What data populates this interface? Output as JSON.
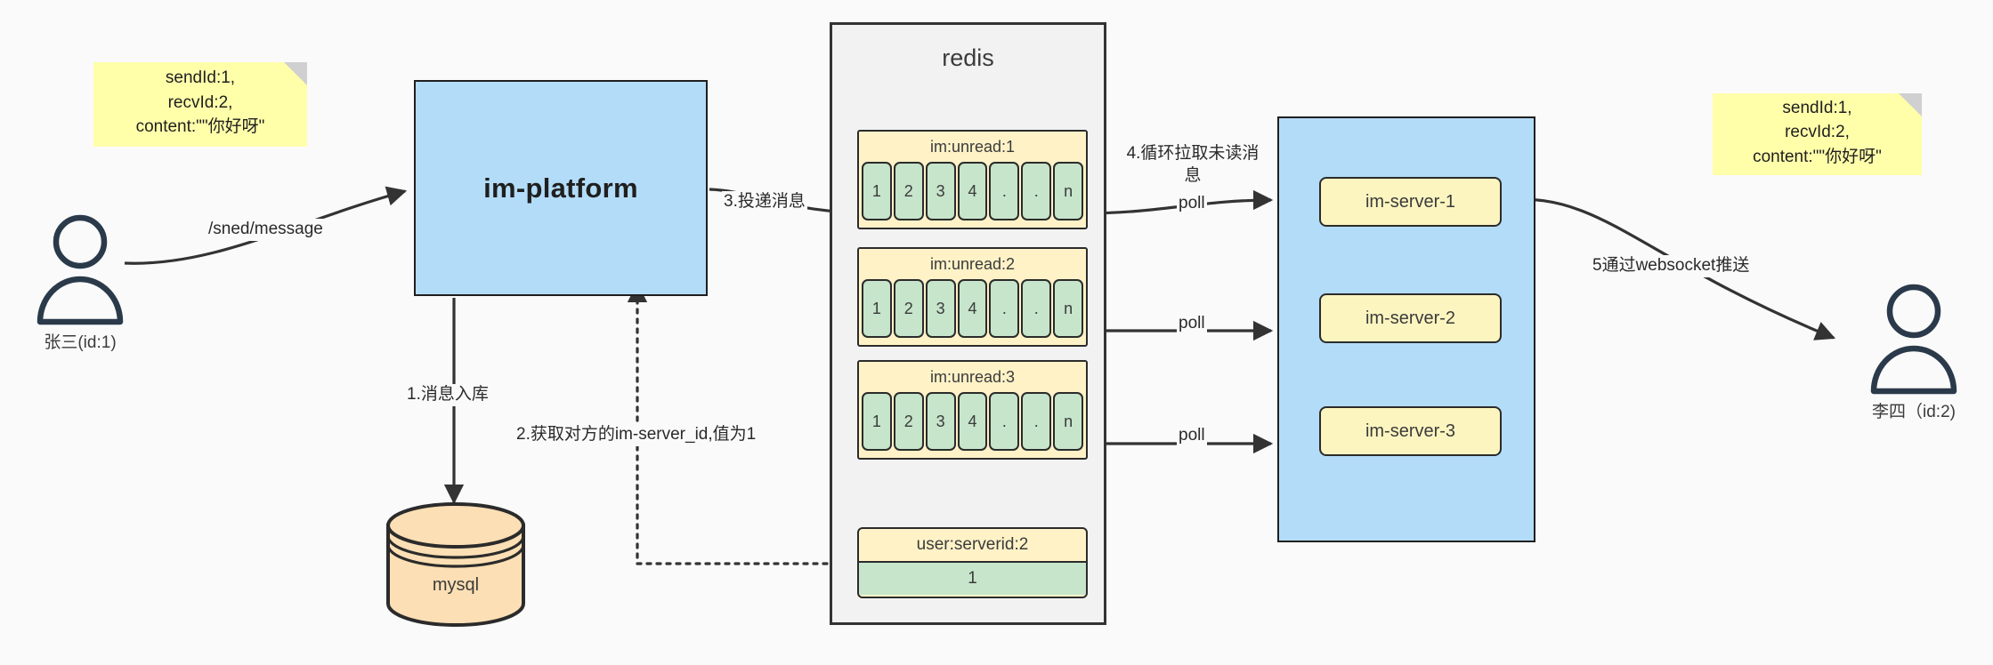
{
  "diagram": {
    "title": "IM message delivery architecture",
    "background": "#fafafa"
  },
  "notes": {
    "left": "sendId:1,\nrecvId:2,\ncontent:\"\"你好呀\"",
    "right": "sendId:1,\nrecvId:2,\ncontent:\"\"你好呀\""
  },
  "actors": {
    "sender": {
      "label": "张三(id:1)"
    },
    "receiver": {
      "label": "李四（id:2)"
    }
  },
  "platform": {
    "label": "im-platform"
  },
  "database": {
    "label": "mysql"
  },
  "redis": {
    "title": "redis",
    "queues": [
      {
        "key": "im:unread:1",
        "cells": [
          "1",
          "2",
          "3",
          "4",
          ".",
          ".",
          "n"
        ]
      },
      {
        "key": "im:unread:2",
        "cells": [
          "1",
          "2",
          "3",
          "4",
          ".",
          ".",
          "n"
        ]
      },
      {
        "key": "im:unread:3",
        "cells": [
          "1",
          "2",
          "3",
          "4",
          ".",
          ".",
          "n"
        ]
      }
    ],
    "kv": {
      "key": "user:serverid:2",
      "value": "1"
    }
  },
  "server_cluster": {
    "servers": [
      {
        "label": "im-server-1"
      },
      {
        "label": "im-server-2"
      },
      {
        "label": "im-server-3"
      }
    ]
  },
  "edges": {
    "send_message": "/sned/message",
    "step1": "1.消息入库",
    "step2": "2.获取对方的im-server_id,值为1",
    "step3": "3.投递消息",
    "step4": "4.循环拉取未读消\n息",
    "step5": "5通过websocket推送",
    "poll1": "poll",
    "poll2": "poll",
    "poll3": "poll"
  },
  "colors": {
    "note_yellow": "#ffffaa",
    "blue_box": "#b3dcf8",
    "queue_yellow": "#fff2c7",
    "cell_green": "#c6e5cb",
    "db_orange": "#fcdfb4",
    "stroke": "#2b2b2b",
    "panel_grey": "#f2f2f2"
  }
}
